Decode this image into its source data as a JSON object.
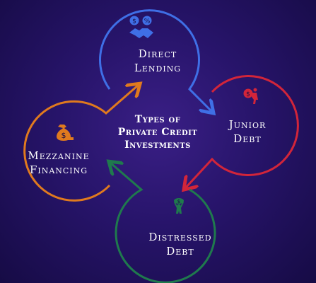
{
  "center_title": [
    "Types of",
    "Private Credit",
    "Investments"
  ],
  "nodes": {
    "direct_lending": {
      "lines": [
        "Direct",
        "Lending"
      ],
      "icon": "handshake-money-icon",
      "color": "#3f6fe6"
    },
    "junior_debt": {
      "lines": [
        "Junior",
        "Debt"
      ],
      "icon": "person-carrying-money-icon",
      "color": "#d2253a"
    },
    "distressed_debt": {
      "lines": [
        "Distressed",
        "Debt"
      ],
      "icon": "person-lifting-money-bag-icon",
      "color": "#1f7a4d"
    },
    "mezzanine_financing": {
      "lines": [
        "Mezzanine",
        "Financing"
      ],
      "icon": "money-bag-icon",
      "color": "#e07a1e"
    }
  },
  "colors": {
    "blue": "#3f6fe6",
    "red": "#d2253a",
    "green": "#1f7a4d",
    "orange": "#e07a1e"
  }
}
